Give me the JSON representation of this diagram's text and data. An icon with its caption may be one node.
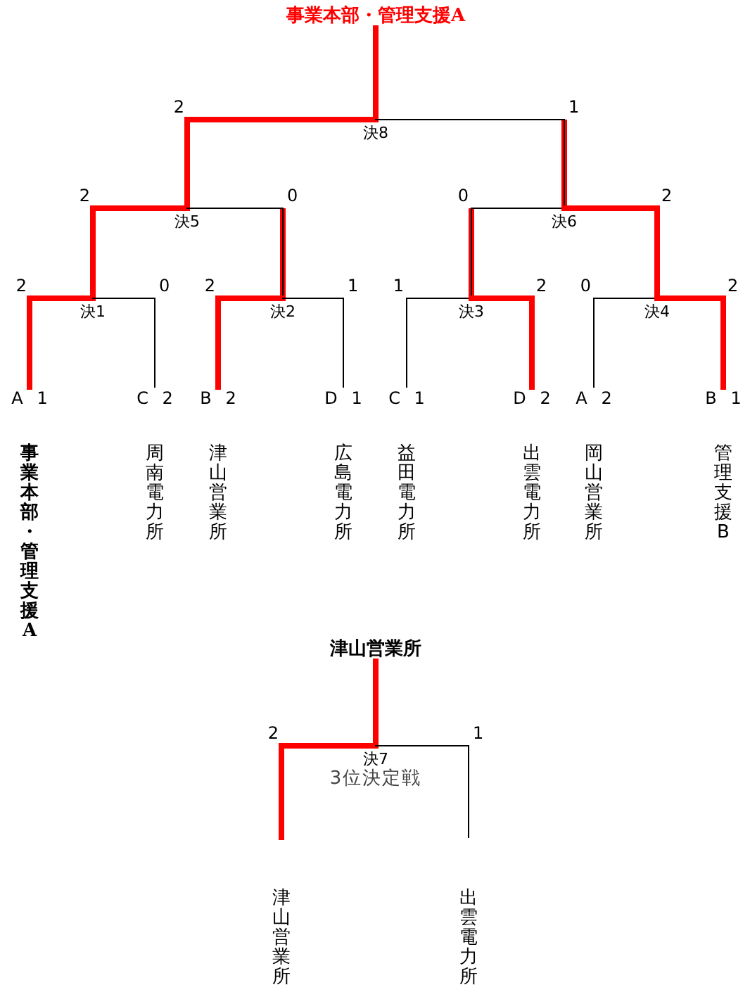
{
  "diagram": {
    "nodes": [
      {
        "text": [
          "事業本部・管理支援A"
        ]
      },
      {
        "text": [
          "決8"
        ]
      },
      {
        "text": [
          "決5"
        ]
      },
      {
        "text": [
          "決6"
        ]
      },
      {
        "text": [
          "決1"
        ]
      },
      {
        "text": [
          "決2"
        ]
      },
      {
        "text": [
          "決3"
        ]
      },
      {
        "text": [
          "決4"
        ]
      },
      {
        "text": [
          "A 1",
          "事業本部・管理支援A"
        ]
      },
      {
        "text": [
          "C 2",
          "周南電力所"
        ]
      },
      {
        "text": [
          "B 2",
          "津山営業所"
        ]
      },
      {
        "text": [
          "D 1",
          "広島電力所"
        ]
      },
      {
        "text": [
          "C 1",
          "益田電力所"
        ]
      },
      {
        "text": [
          "D 2",
          "出雲電力所"
        ]
      },
      {
        "text": [
          "A 2",
          "岡山営業所"
        ]
      },
      {
        "text": [
          "B 1",
          "管理支援B"
        ]
      },
      {
        "text": [
          "津山営業所"
        ]
      },
      {
        "text": [
          "決7",
          "3位決定戦"
        ]
      },
      {
        "text": [
          "津山営業所"
        ]
      },
      {
        "text": [
          "出雲電力所"
        ]
      }
    ],
    "edges": [
      {
        "from": 1,
        "to": 0,
        "arrow": "none",
        "color": "#ff0000"
      },
      {
        "from": 2,
        "to": 1,
        "arrow": "none",
        "label": "2",
        "color": "#ff0000"
      },
      {
        "from": 3,
        "to": 1,
        "arrow": "none",
        "label": "1",
        "color": "#000000"
      },
      {
        "from": 4,
        "to": 2,
        "arrow": "none",
        "label": "2",
        "color": "#ff0000"
      },
      {
        "from": 5,
        "to": 2,
        "arrow": "none",
        "label": "0",
        "color": "#000000"
      },
      {
        "from": 6,
        "to": 3,
        "arrow": "none",
        "label": "0",
        "color": "#000000"
      },
      {
        "from": 7,
        "to": 3,
        "arrow": "none",
        "label": "2",
        "color": "#ff0000"
      },
      {
        "from": 8,
        "to": 4,
        "arrow": "none",
        "label": "2",
        "color": "#ff0000"
      },
      {
        "from": 9,
        "to": 4,
        "arrow": "none",
        "label": "0",
        "color": "#000000"
      },
      {
        "from": 10,
        "to": 5,
        "arrow": "none",
        "label": "2",
        "color": "#ff0000"
      },
      {
        "from": 11,
        "to": 5,
        "arrow": "none",
        "label": "1",
        "color": "#000000"
      },
      {
        "from": 12,
        "to": 6,
        "arrow": "none",
        "label": "1",
        "color": "#000000"
      },
      {
        "from": 13,
        "to": 6,
        "arrow": "none",
        "label": "2",
        "color": "#ff0000"
      },
      {
        "from": 14,
        "to": 7,
        "arrow": "none",
        "label": "0",
        "color": "#000000"
      },
      {
        "from": 15,
        "to": 7,
        "arrow": "none",
        "label": "2",
        "color": "#ff0000"
      },
      {
        "from": 17,
        "to": 16,
        "arrow": "none",
        "color": "#ff0000"
      },
      {
        "from": 18,
        "to": 17,
        "arrow": "none",
        "label": "2",
        "color": "#ff0000"
      },
      {
        "from": 19,
        "to": 17,
        "arrow": "none",
        "label": "1",
        "color": "#000000"
      }
    ]
  }
}
